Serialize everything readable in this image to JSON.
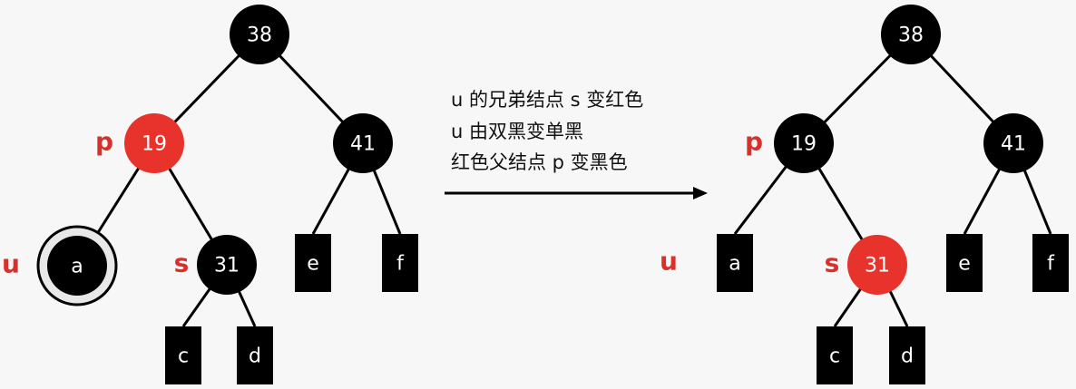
{
  "colors": {
    "red": "#e8332c",
    "black": "#000000",
    "role_label": "#d8302a",
    "background": "#f7f7f7"
  },
  "caption": [
    "u 的兄弟结点 s 变红色",
    "u 由双黑变单黑",
    "红色父结点 p 变黑色"
  ],
  "before": {
    "nodes": [
      {
        "id": "n38",
        "label": "38",
        "kind": "circle",
        "color": "black"
      },
      {
        "id": "n19",
        "label": "19",
        "kind": "circle",
        "color": "red",
        "role": "p"
      },
      {
        "id": "n41",
        "label": "41",
        "kind": "circle",
        "color": "black"
      },
      {
        "id": "na",
        "label": "a",
        "kind": "double-black",
        "color": "black",
        "role": "u"
      },
      {
        "id": "n31",
        "label": "31",
        "kind": "circle",
        "color": "black",
        "role": "s"
      },
      {
        "id": "ne",
        "label": "e",
        "kind": "leaf",
        "color": "black"
      },
      {
        "id": "nf",
        "label": "f",
        "kind": "leaf",
        "color": "black"
      },
      {
        "id": "nc",
        "label": "c",
        "kind": "leaf",
        "color": "black"
      },
      {
        "id": "nd",
        "label": "d",
        "kind": "leaf",
        "color": "black"
      }
    ],
    "edges": [
      [
        "n38",
        "n19"
      ],
      [
        "n38",
        "n41"
      ],
      [
        "n19",
        "na"
      ],
      [
        "n19",
        "n31"
      ],
      [
        "n41",
        "ne"
      ],
      [
        "n41",
        "nf"
      ],
      [
        "n31",
        "nc"
      ],
      [
        "n31",
        "nd"
      ]
    ]
  },
  "after": {
    "nodes": [
      {
        "id": "n38",
        "label": "38",
        "kind": "circle",
        "color": "black"
      },
      {
        "id": "n19",
        "label": "19",
        "kind": "circle",
        "color": "black",
        "role": "p"
      },
      {
        "id": "n41",
        "label": "41",
        "kind": "circle",
        "color": "black"
      },
      {
        "id": "na",
        "label": "a",
        "kind": "leaf",
        "color": "black",
        "role": "u"
      },
      {
        "id": "n31",
        "label": "31",
        "kind": "circle",
        "color": "red",
        "role": "s"
      },
      {
        "id": "ne",
        "label": "e",
        "kind": "leaf",
        "color": "black"
      },
      {
        "id": "nf",
        "label": "f",
        "kind": "leaf",
        "color": "black"
      },
      {
        "id": "nc",
        "label": "c",
        "kind": "leaf",
        "color": "black"
      },
      {
        "id": "nd",
        "label": "d",
        "kind": "leaf",
        "color": "black"
      }
    ],
    "edges": [
      [
        "n38",
        "n19"
      ],
      [
        "n38",
        "n41"
      ],
      [
        "n19",
        "na"
      ],
      [
        "n19",
        "n31"
      ],
      [
        "n41",
        "ne"
      ],
      [
        "n41",
        "nf"
      ],
      [
        "n31",
        "nc"
      ],
      [
        "n31",
        "nd"
      ]
    ]
  }
}
